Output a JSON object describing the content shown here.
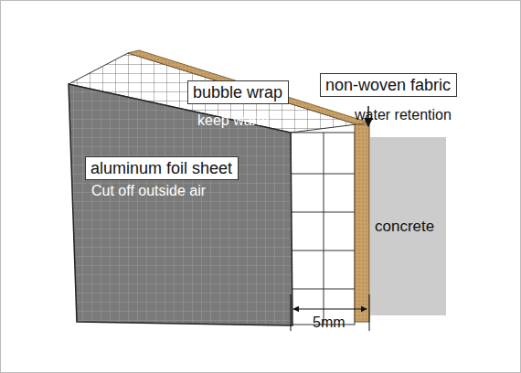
{
  "diagram": {
    "nodes": [
      {
        "text": [
          "bubble wrap"
        ]
      },
      {
        "text": [
          "non-woven fabric"
        ]
      },
      {
        "text": [
          "aluminum foil sheet"
        ]
      },
      {
        "text": [
          "concrete"
        ]
      }
    ],
    "labels": [
      "keep warm",
      "water retention",
      "Cut off outside air",
      "5mm"
    ]
  }
}
